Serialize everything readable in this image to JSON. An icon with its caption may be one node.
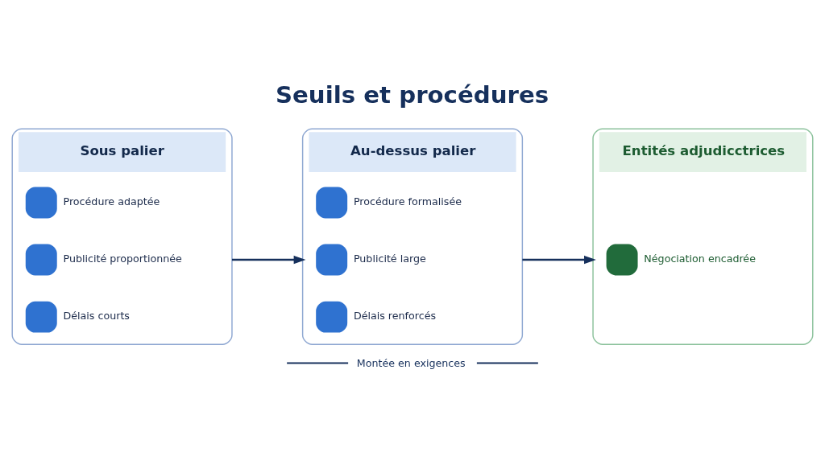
{
  "diagram": {
    "title": "Seuils et procédures",
    "nodes": [
      {
        "text": [
          "Sous palier"
        ]
      },
      {
        "text": [
          "Procédure adaptée"
        ],
        "in": 0
      },
      {
        "text": [
          "Publicité proportionnée"
        ],
        "in": 0
      },
      {
        "text": [
          "Délais courts"
        ],
        "in": 0
      },
      {
        "text": [
          "Au-dessus palier"
        ]
      },
      {
        "text": [
          "Procédure formalisée"
        ],
        "in": 4
      },
      {
        "text": [
          "Publicité large"
        ],
        "in": 4
      },
      {
        "text": [
          "Délais renforcés"
        ],
        "in": 4
      },
      {
        "text": [
          "Entités adjudicctrices"
        ]
      },
      {
        "text": [
          "Négociation encadrée"
        ],
        "in": 8
      }
    ],
    "edges": [
      {
        "from": 0,
        "to": 4,
        "arrow": "to"
      },
      {
        "from": 4,
        "to": 8,
        "arrow": "to"
      }
    ],
    "labels": [
      "Montée en exigences"
    ]
  }
}
